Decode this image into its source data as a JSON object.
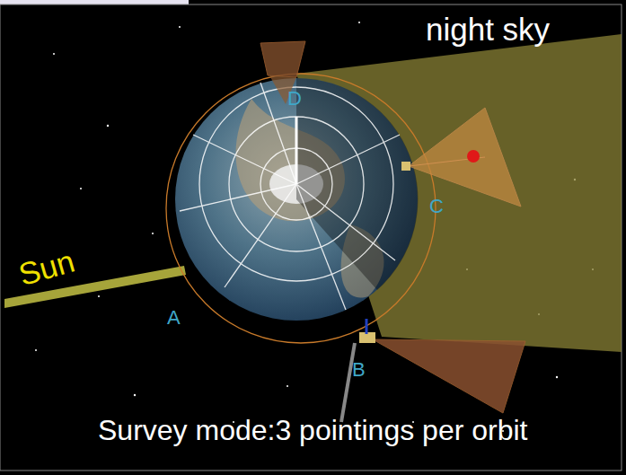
{
  "diagram": {
    "caption": "Survey mode:3 pointings per orbit",
    "labels": [
      "night sky",
      "D",
      "C",
      "Sun",
      "A",
      "B"
    ]
  }
}
